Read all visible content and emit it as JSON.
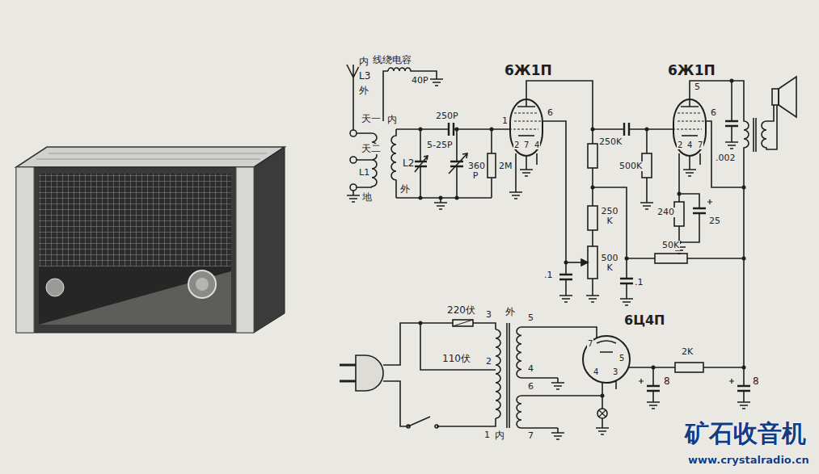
{
  "diagram": {
    "nodes": [
      {
        "text": [
          "6Ж1П"
        ]
      },
      {
        "text": [
          "6Ж1П"
        ]
      },
      {
        "text": [
          "6Ц4П"
        ]
      }
    ],
    "labels": [
      "内",
      "线绕电容",
      "L3",
      "40P",
      "外",
      "天一",
      "天二",
      "L1",
      "地",
      "内",
      "L2",
      "外",
      "250P",
      "5-25P",
      "360 P",
      "2M",
      "1",
      "6",
      "2",
      "7",
      "4",
      "250K",
      "500K",
      "250 K",
      "500 K",
      ".1",
      ".1",
      "50K",
      "5",
      "6",
      "2",
      "4",
      "7",
      ".002",
      "240",
      "25",
      "220伏",
      "110伏",
      "外",
      "3",
      "2",
      "1",
      "内",
      "5",
      "4",
      "6",
      "7",
      "7",
      "5",
      "4",
      "3",
      "2K",
      "8",
      "8",
      "矿石收音机",
      "www.crystalradio.cn"
    ]
  }
}
